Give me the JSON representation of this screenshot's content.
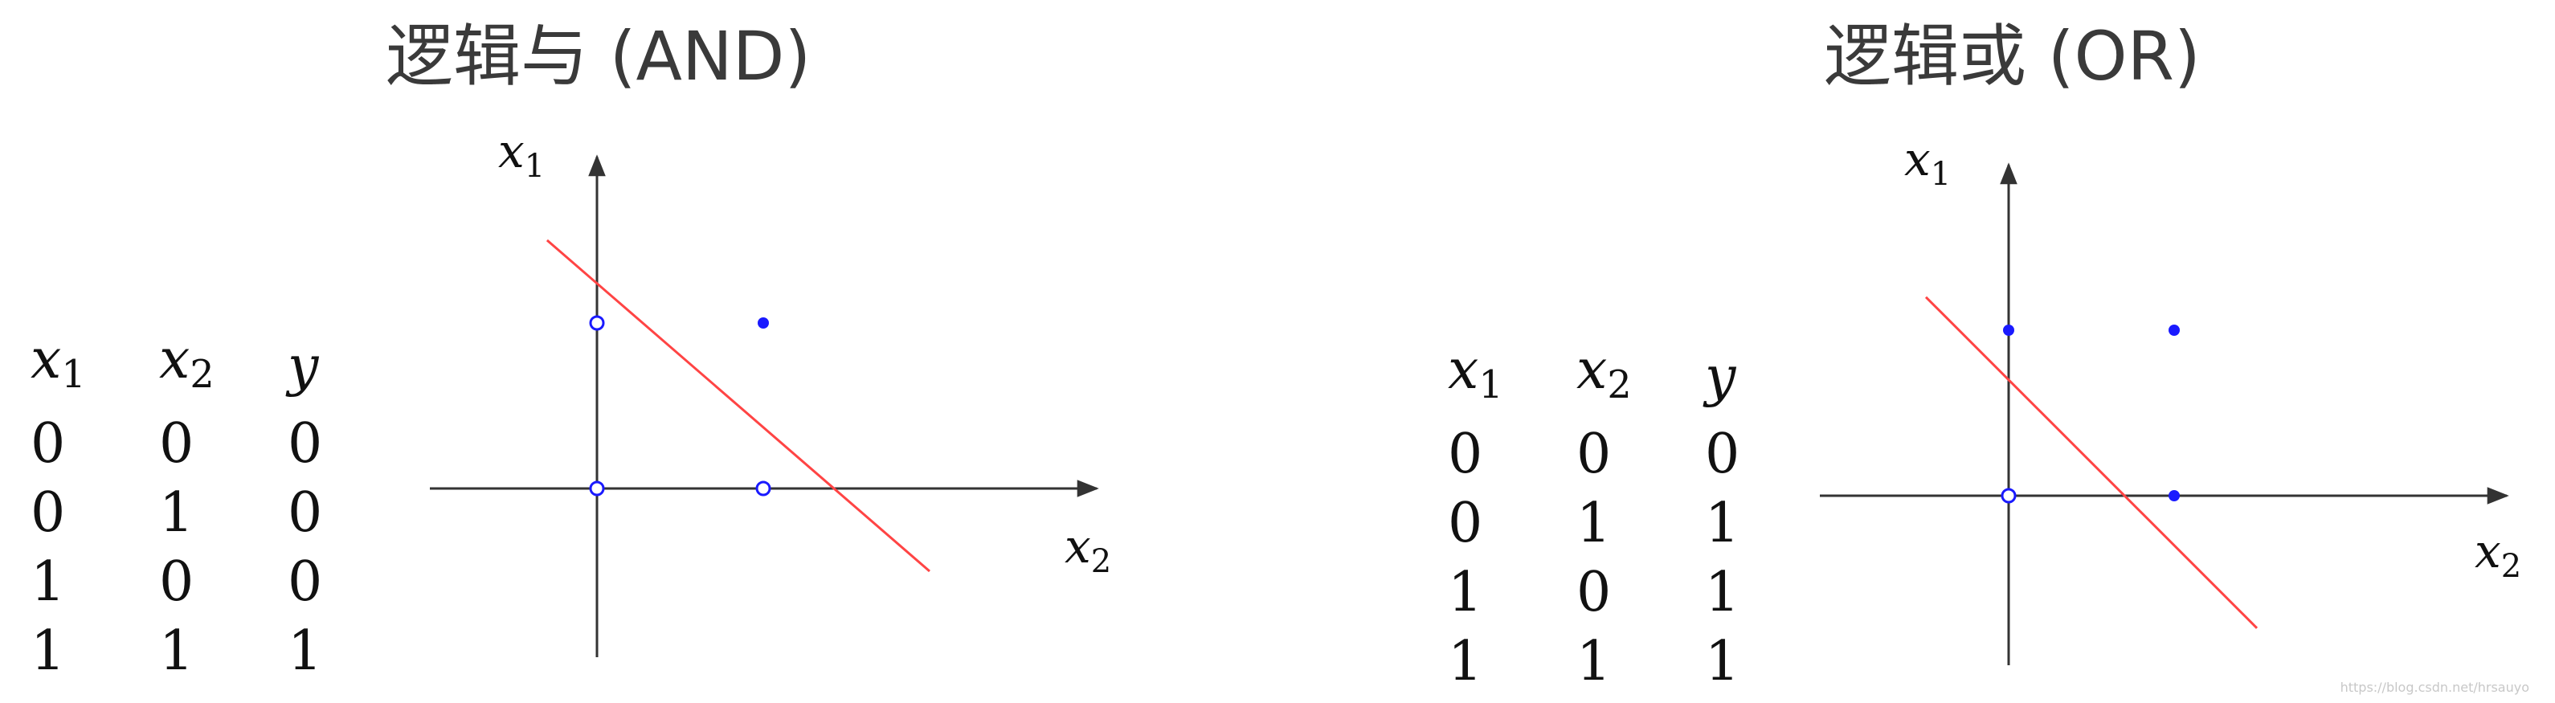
{
  "panels": [
    {
      "id": "and",
      "title": "逻辑与 (AND)",
      "table": {
        "headers": [
          {
            "symbol": "x",
            "sub": "1"
          },
          {
            "symbol": "x",
            "sub": "2"
          },
          {
            "symbol": "y",
            "sub": ""
          }
        ],
        "rows": [
          [
            "0",
            "0",
            "0"
          ],
          [
            "0",
            "1",
            "0"
          ],
          [
            "1",
            "0",
            "0"
          ],
          [
            "1",
            "1",
            "1"
          ]
        ]
      },
      "plot": {
        "vertical_axis_label": {
          "symbol": "x",
          "sub": "1"
        },
        "horizontal_axis_label": {
          "symbol": "x",
          "sub": "2"
        },
        "points": [
          {
            "x2": 0,
            "x1": 0,
            "filled": false
          },
          {
            "x2": 1,
            "x1": 0,
            "filled": false
          },
          {
            "x2": 0,
            "x1": 1,
            "filled": false
          },
          {
            "x2": 1,
            "x1": 1,
            "filled": true
          }
        ],
        "boundary_line": {
          "from": [
            -0.3,
            1.5
          ],
          "to": [
            2.0,
            -0.5
          ]
        }
      }
    },
    {
      "id": "or",
      "title": "逻辑或 (OR)",
      "table": {
        "headers": [
          {
            "symbol": "x",
            "sub": "1"
          },
          {
            "symbol": "x",
            "sub": "2"
          },
          {
            "symbol": "y",
            "sub": ""
          }
        ],
        "rows": [
          [
            "0",
            "0",
            "0"
          ],
          [
            "0",
            "1",
            "1"
          ],
          [
            "1",
            "0",
            "1"
          ],
          [
            "1",
            "1",
            "1"
          ]
        ]
      },
      "plot": {
        "vertical_axis_label": {
          "symbol": "x",
          "sub": "1"
        },
        "horizontal_axis_label": {
          "symbol": "x",
          "sub": "2"
        },
        "points": [
          {
            "x2": 0,
            "x1": 0,
            "filled": false
          },
          {
            "x2": 1,
            "x1": 0,
            "filled": true
          },
          {
            "x2": 0,
            "x1": 1,
            "filled": true
          },
          {
            "x2": 1,
            "x1": 1,
            "filled": true
          }
        ],
        "boundary_line": {
          "from": [
            -0.5,
            1.2
          ],
          "to": [
            1.5,
            -0.8
          ]
        }
      }
    }
  ],
  "colors": {
    "point": "#1a1aff",
    "boundary_line": "#ff4444",
    "axis": "#333333",
    "title": "#3a3a3a"
  },
  "watermark": "https://blog.csdn.net/hrsauyo"
}
